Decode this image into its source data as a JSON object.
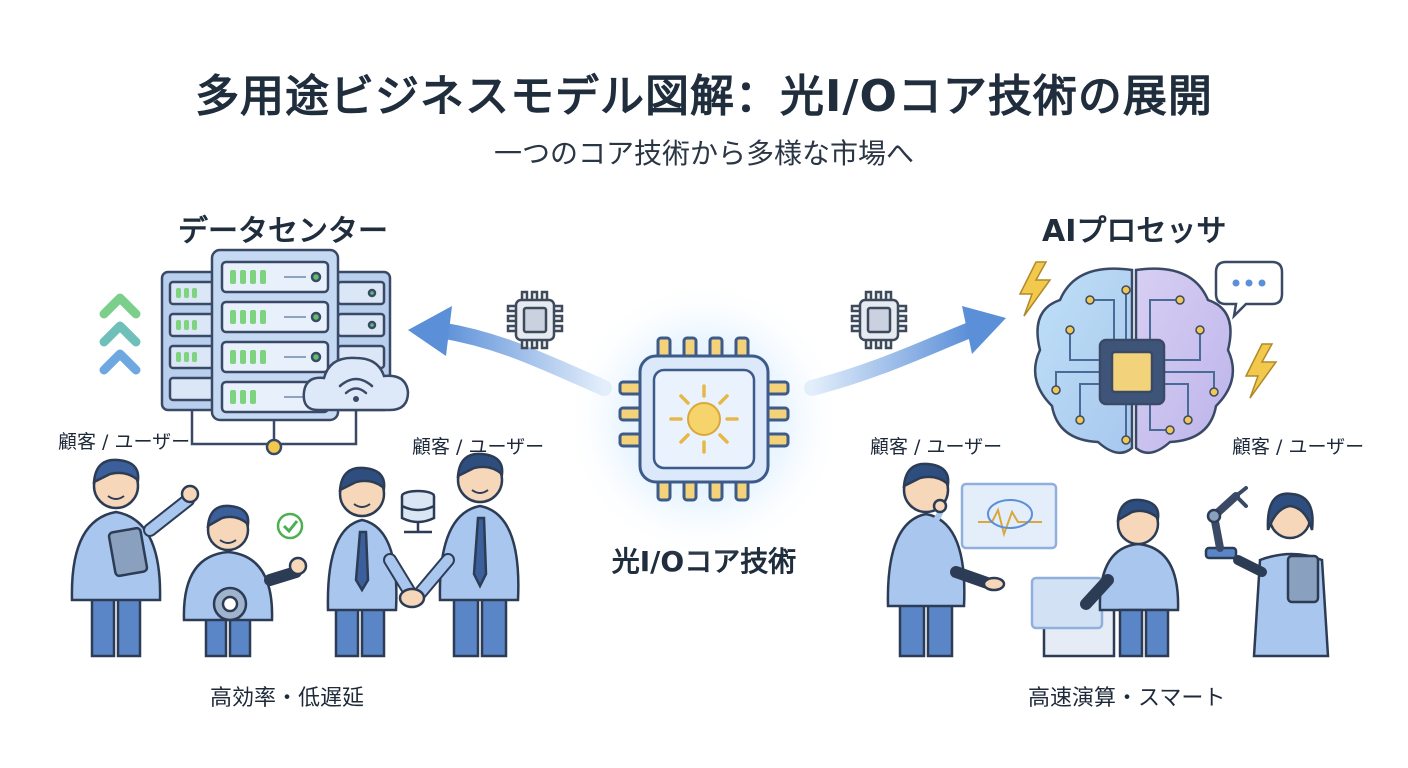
{
  "title": "多用途ビジネスモデル図解：光I/Oコア技術の展開",
  "subtitle": "一つのコア技術から多様な市場へ",
  "center": {
    "label": "光I/Oコア技術"
  },
  "left": {
    "heading": "データセンター",
    "customer_label_1": "顧客 / ユーザー",
    "customer_label_2": "顧客 / ユーザー",
    "benefit": "高効率・低遅延"
  },
  "right": {
    "heading": "AIプロセッサ",
    "customer_label_1": "顧客 / ユーザー",
    "customer_label_2": "顧客 / ユーザー",
    "benefit": "高速演算・スマート"
  },
  "colors": {
    "primary_blue": "#5b8fd8",
    "light_blue": "#cfe0f6",
    "dark_navy": "#1f2d3d",
    "accent_yellow": "#f2c94c",
    "accent_green": "#4caf50"
  }
}
